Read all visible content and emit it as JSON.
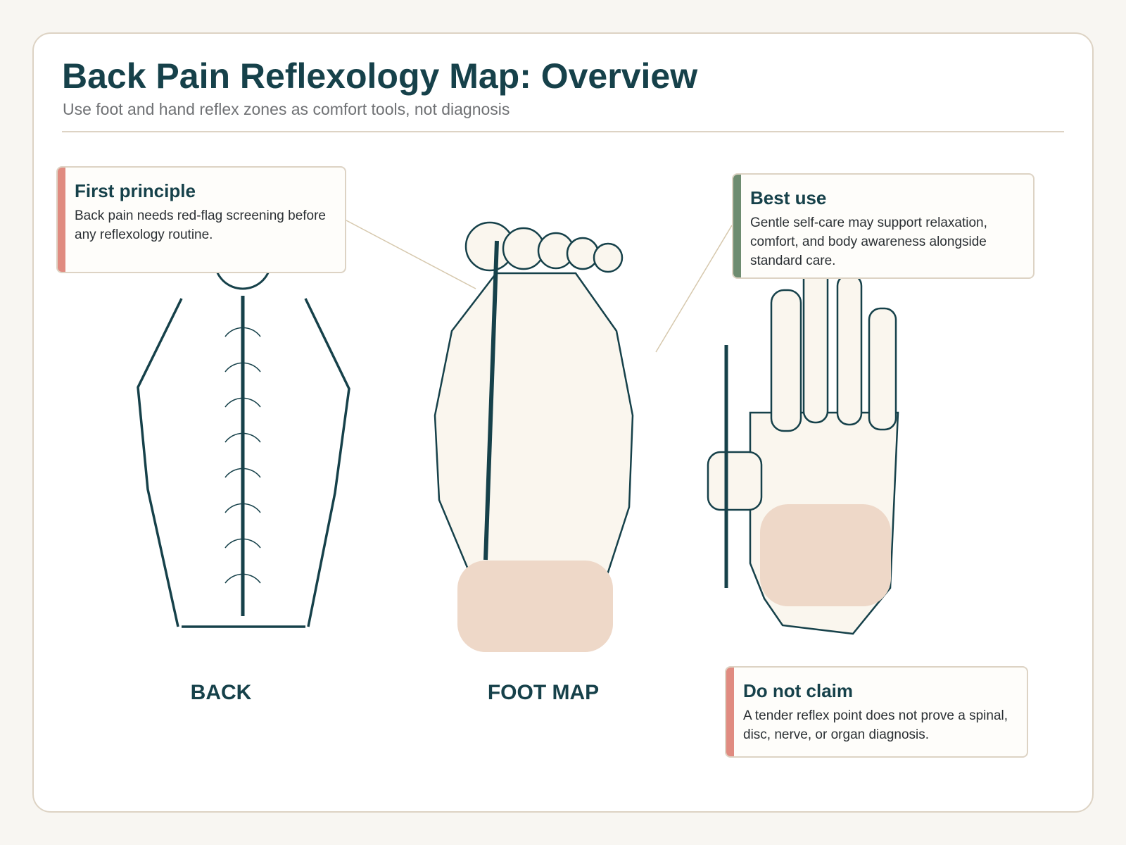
{
  "header": {
    "title": "Back Pain Reflexology Map: Overview",
    "subtitle": "Use foot and hand reflex zones as comfort tools, not diagnosis"
  },
  "figures": {
    "back_label": "BACK",
    "foot_label": "FOOT MAP"
  },
  "callouts": [
    {
      "title": "First principle",
      "text": "Back pain needs red-flag screening before any reflexology routine.",
      "accent": "#e08b80"
    },
    {
      "title": "Best use",
      "text": "Gentle self-care may support relaxation, comfort, and body awareness alongside standard care.",
      "accent": "#6e8c70"
    },
    {
      "title": "Do not claim",
      "text": "A tender reflex point does not prove a spinal, disc, nerve, or organ diagnosis.",
      "accent": "#e08b80"
    }
  ],
  "colors": {
    "ink": "#16414a",
    "skin": "#faf6ee",
    "zone": "#eed8c8",
    "leader": "#d6c8ad"
  }
}
